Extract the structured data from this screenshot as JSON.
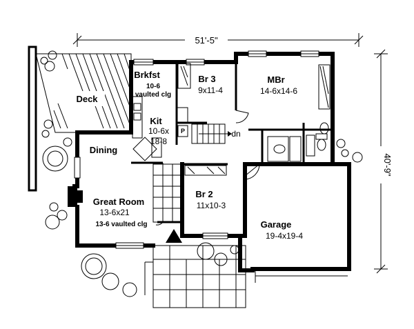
{
  "dimensions": {
    "width": "51'-5\"",
    "depth": "40'-9\""
  },
  "rooms": {
    "deck": {
      "name": "Deck"
    },
    "brkfst": {
      "name": "Brkfst",
      "size": "10-6",
      "note": "vaulted clg"
    },
    "kit": {
      "name": "Kit",
      "size_line1": "10-6x",
      "size_line2": "18-8"
    },
    "br3": {
      "name": "Br 3",
      "size": "9x11-4"
    },
    "mbr": {
      "name": "MBr",
      "size": "14-6x14-6"
    },
    "dining": {
      "name": "Dining"
    },
    "great_room": {
      "name": "Great Room",
      "size": "13-6x21",
      "note": "13-6 vaulted clg"
    },
    "br2": {
      "name": "Br 2",
      "size": "11x10-3"
    },
    "garage": {
      "name": "Garage",
      "size": "19-4x19-4"
    }
  },
  "labels": {
    "stairs": "dn",
    "pantry": "P"
  }
}
